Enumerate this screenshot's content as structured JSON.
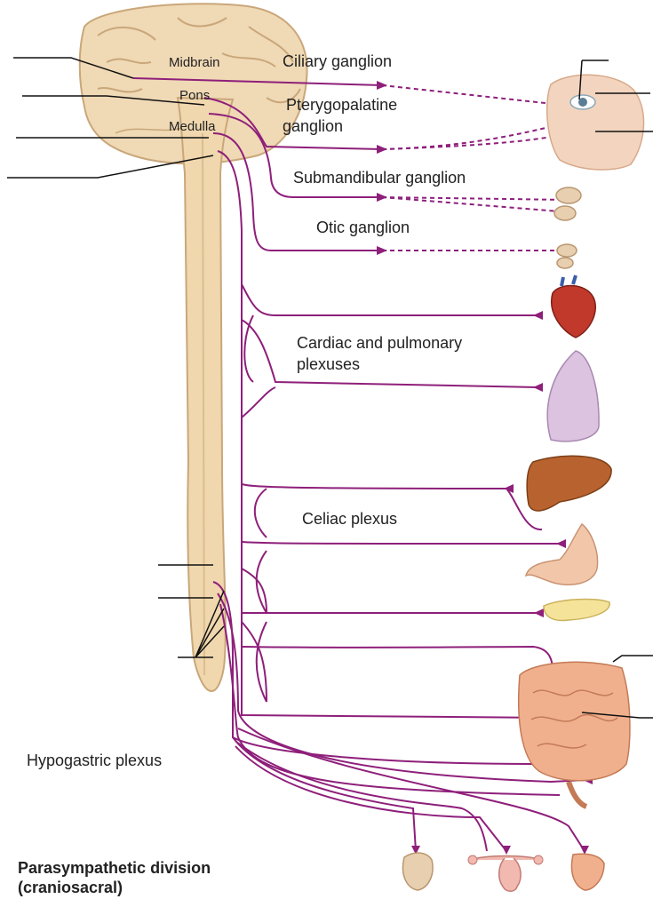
{
  "colors": {
    "nerve": "#8e1f7a",
    "brain": "#f0d9b5",
    "brain_dark": "#c9a77a",
    "cord": "#f0d7ae",
    "heart": "#c0392b",
    "lung": "#dcc3e0",
    "liver": "#b8632f",
    "stomach": "#f2c7a9",
    "pancreas": "#f6e39a",
    "intestine": "#f0b08e",
    "gland": "#e8cfb0",
    "uterus": "#f2b9b0"
  },
  "labels": {
    "midbrain": "Midbrain",
    "pons": "Pons",
    "medulla": "Medulla",
    "ciliary": "Ciliary ganglion",
    "pterygo_line1": "Pterygopalatine",
    "pterygo_line2": "ganglion",
    "submandibular": "Submandibular ganglion",
    "otic": "Otic ganglion",
    "cardiac_line1": "Cardiac and pulmonary",
    "cardiac_line2": "plexuses",
    "celiac": "Celiac plexus",
    "hypogastric": "Hypogastric plexus",
    "division_line1": "Parasympathetic division",
    "division_line2": "(craniosacral)"
  },
  "organs": {
    "eye": "eye",
    "lacrimal": "lacrimal-gland",
    "submandibular_gland": "submandibular-gland",
    "parotid": "parotid-gland",
    "heart": "heart",
    "lung": "lung",
    "liver": "liver",
    "stomach": "stomach",
    "pancreas": "pancreas",
    "intestine": "intestines",
    "bladder": "urinary-bladder",
    "uterus": "uterus",
    "genitalia": "genitalia"
  }
}
